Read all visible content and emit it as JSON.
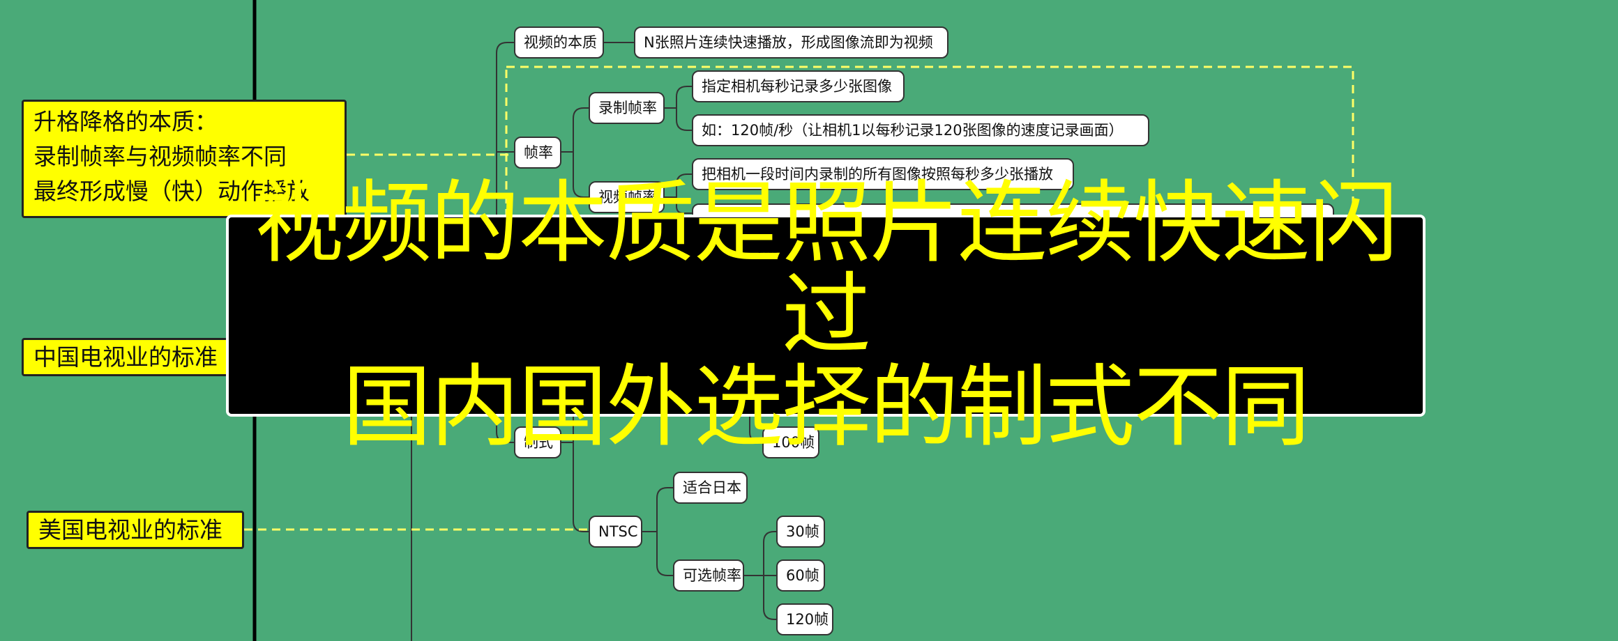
{
  "mindmap": {
    "nodes": {
      "video_essence": "视频的本质",
      "video_essence_desc": "N张照片连续快速播放，形成图像流即为视频",
      "frame_rate": "帧率",
      "record_rate": "录制帧率",
      "record_rate_desc": "指定相机每秒记录多少张图像",
      "record_rate_example": "如：120帧/秒（让相机1以每秒记录120张图像的速度记录画面）",
      "video_rate": "视频帧率",
      "video_rate_desc": "把相机一段时间内录制的所有图像按照每秒多少张播放",
      "standard": "制式",
      "pal_100": "100帧",
      "ntsc": "NTSC",
      "ntsc_japan": "适合日本",
      "ntsc_options": "可选帧率",
      "ntsc_30": "30帧",
      "ntsc_60": "60帧",
      "ntsc_120": "120帧"
    },
    "notes": {
      "speed_change_lines": [
        "升格降格的本质：",
        "录制帧率与视频帧率不同",
        "最终形成慢（快）动作播放"
      ],
      "china_tv_standard": "中国电视业的标准",
      "us_tv_standard": "美国电视业的标准"
    }
  },
  "overlay": {
    "line1": "视频的本质是照片连续快速闪过",
    "line2": "国内国外选择的制式不同"
  },
  "colors": {
    "background": "#4aaa78",
    "connector": "#333333",
    "dashed": "#ffff66",
    "note_fill": "#ffff00",
    "banner_fill": "#000000",
    "banner_text": "#ffff00"
  }
}
